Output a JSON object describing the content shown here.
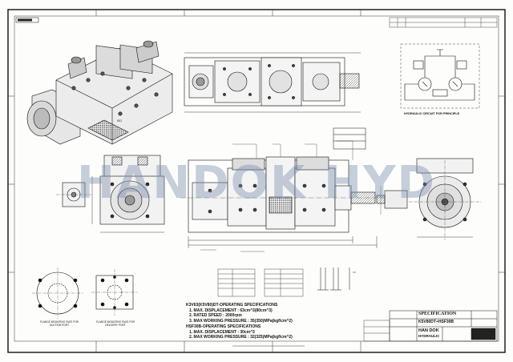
{
  "watermark": "HANDOK HYD",
  "specs": {
    "group1_title": "K3V63(K5V80)DT-OPERATING SPECIFICATIONS",
    "group1_items": [
      "1.  MAX. DISPLACEMENT : 63cm^3(80cm^3)",
      "2.  RATED SPEED : 2000rpm",
      "3.  MAX WORKING PRESSURE : 35(350)MPa(kgf/cm^2)"
    ],
    "group2_title": "HSF30B-OPERATING SPECIFICATIONS",
    "group2_items": [
      "1.  MAX. DISPLACEMENT : 30cm^3",
      "2.  MAX WORKING PRESSURE : 32(325)MPa(kgf/cm^2)"
    ]
  },
  "captions": {
    "circuit": "HYDRAULIC CIRCUIT FOR PRINCIPLE",
    "flange_suction": "FLANGE MOUNTING FACE FOR SUCTION PORT",
    "flange_delivery": "FLANGE MOUNTING FACE FOR DELIVERY PORT"
  },
  "title_block": {
    "company": "HAN DOK",
    "company_sub": "HYDRAULIC",
    "drawing_title": "SPECIFICATION",
    "model": "K5V80DT+HSF30B"
  },
  "colors": {
    "ink": "#111111",
    "paper": "#fdfdfb",
    "watermark": "#788caa"
  }
}
